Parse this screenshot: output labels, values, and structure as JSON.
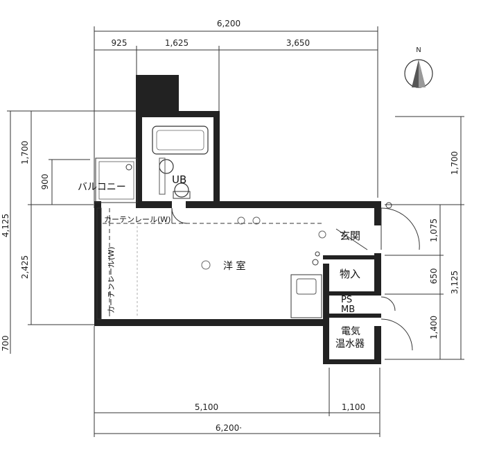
{
  "dimensions": {
    "top_total": "6,200",
    "top_seg1": "925",
    "top_seg2": "1,625",
    "top_seg3": "3,650",
    "bottom_seg1": "5,100",
    "bottom_seg2": "1,100",
    "bottom_total": "6,200·",
    "left_total": "4,125",
    "left_upper": "1,700",
    "left_balcony": "900",
    "left_lower": "2,425",
    "left_bottom": "700",
    "right_upper": "1,700",
    "right_entrance": "1,075",
    "right_storage": "650",
    "right_total": "3,125",
    "right_lower": "1,400"
  },
  "rooms": {
    "balcony": "バルコニー",
    "bath": "UB",
    "western_room": "洋 室",
    "entrance": "玄関",
    "storage": "物入",
    "ps": "PS",
    "mb": "MB",
    "water_heater_line1": "電気",
    "water_heater_line2": "温水器",
    "curtain_top": "カーテンレール(W)",
    "curtain_side": "カーテンレール(W)"
  },
  "compass": {
    "label": "N"
  }
}
